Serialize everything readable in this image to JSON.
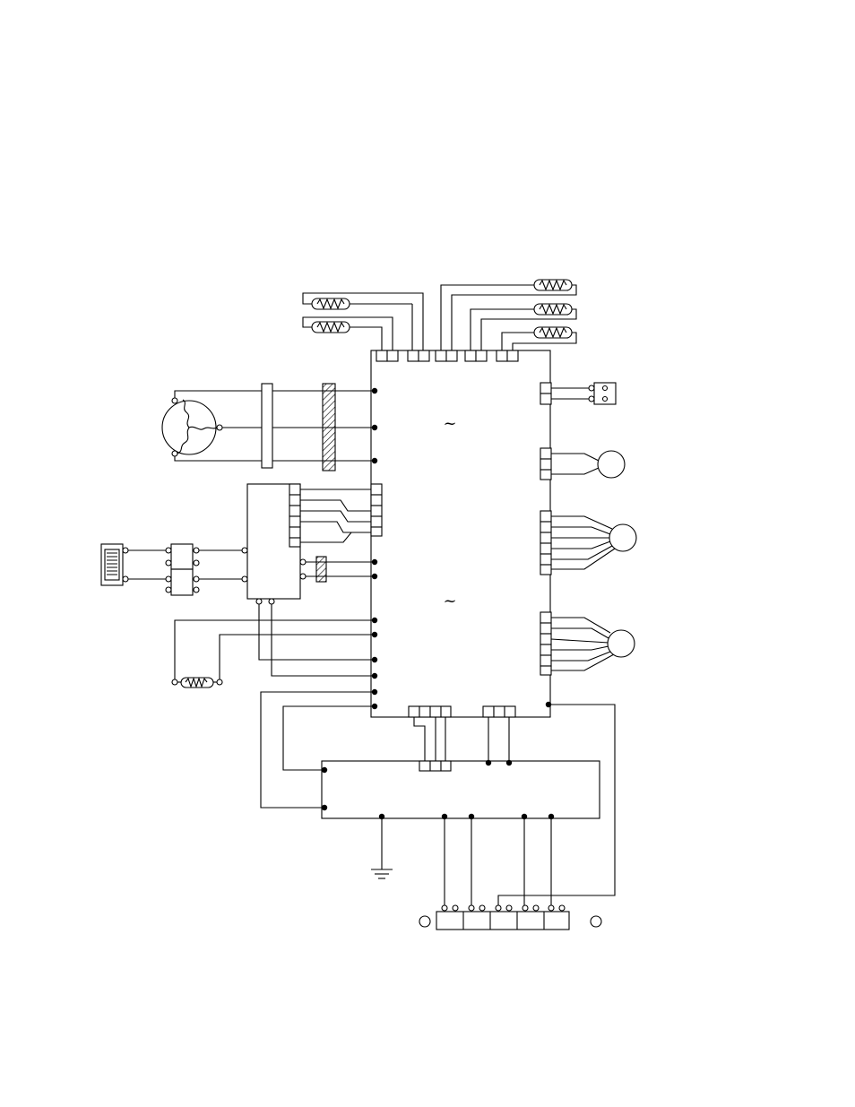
{
  "diagram": {
    "type": "wiring-schematic",
    "line_color": "#000000",
    "background_color": "#ffffff",
    "ac_symbol": "~",
    "components": [
      "main-control-board",
      "three-phase-compressor-motor",
      "reactor-coil",
      "power-module",
      "terminal-block",
      "ground-terminal",
      "thermistors",
      "fan-motors",
      "valve-motors"
    ]
  }
}
